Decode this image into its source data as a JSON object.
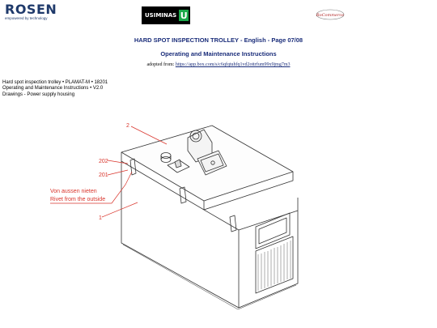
{
  "logos": {
    "rosen_name": "ROSEN",
    "rosen_tagline": "empowered by technology",
    "usiminas_name": "USIMINAS",
    "usiminas_mark": "U",
    "right_logo_text": "RoCommerce"
  },
  "header": {
    "title_line1": "HARD SPOT INSPECTION TROLLEY - English - Page 07/08",
    "title_line2": "Operating and Maintenance Instructions",
    "adapted_label": "adopted from: ",
    "adapted_link": "https://app.box.com/s/c6qfqtuhfq1vd2ottrfum99x9jmg7m3"
  },
  "meta": {
    "line1": "Hard spot inspection trolley • PLAMAT-M • 18201",
    "line2": "Operating and Maintenance Instructions • V2.0",
    "line3": "Drawings - Power supply housing"
  },
  "drawing": {
    "callouts": {
      "c2": "2",
      "c202": "202",
      "c201": "201",
      "c1": "1"
    },
    "note_de": "Von aussen nieten",
    "note_en": "Rivet from the outside",
    "annotation_color": "#d9342b"
  }
}
